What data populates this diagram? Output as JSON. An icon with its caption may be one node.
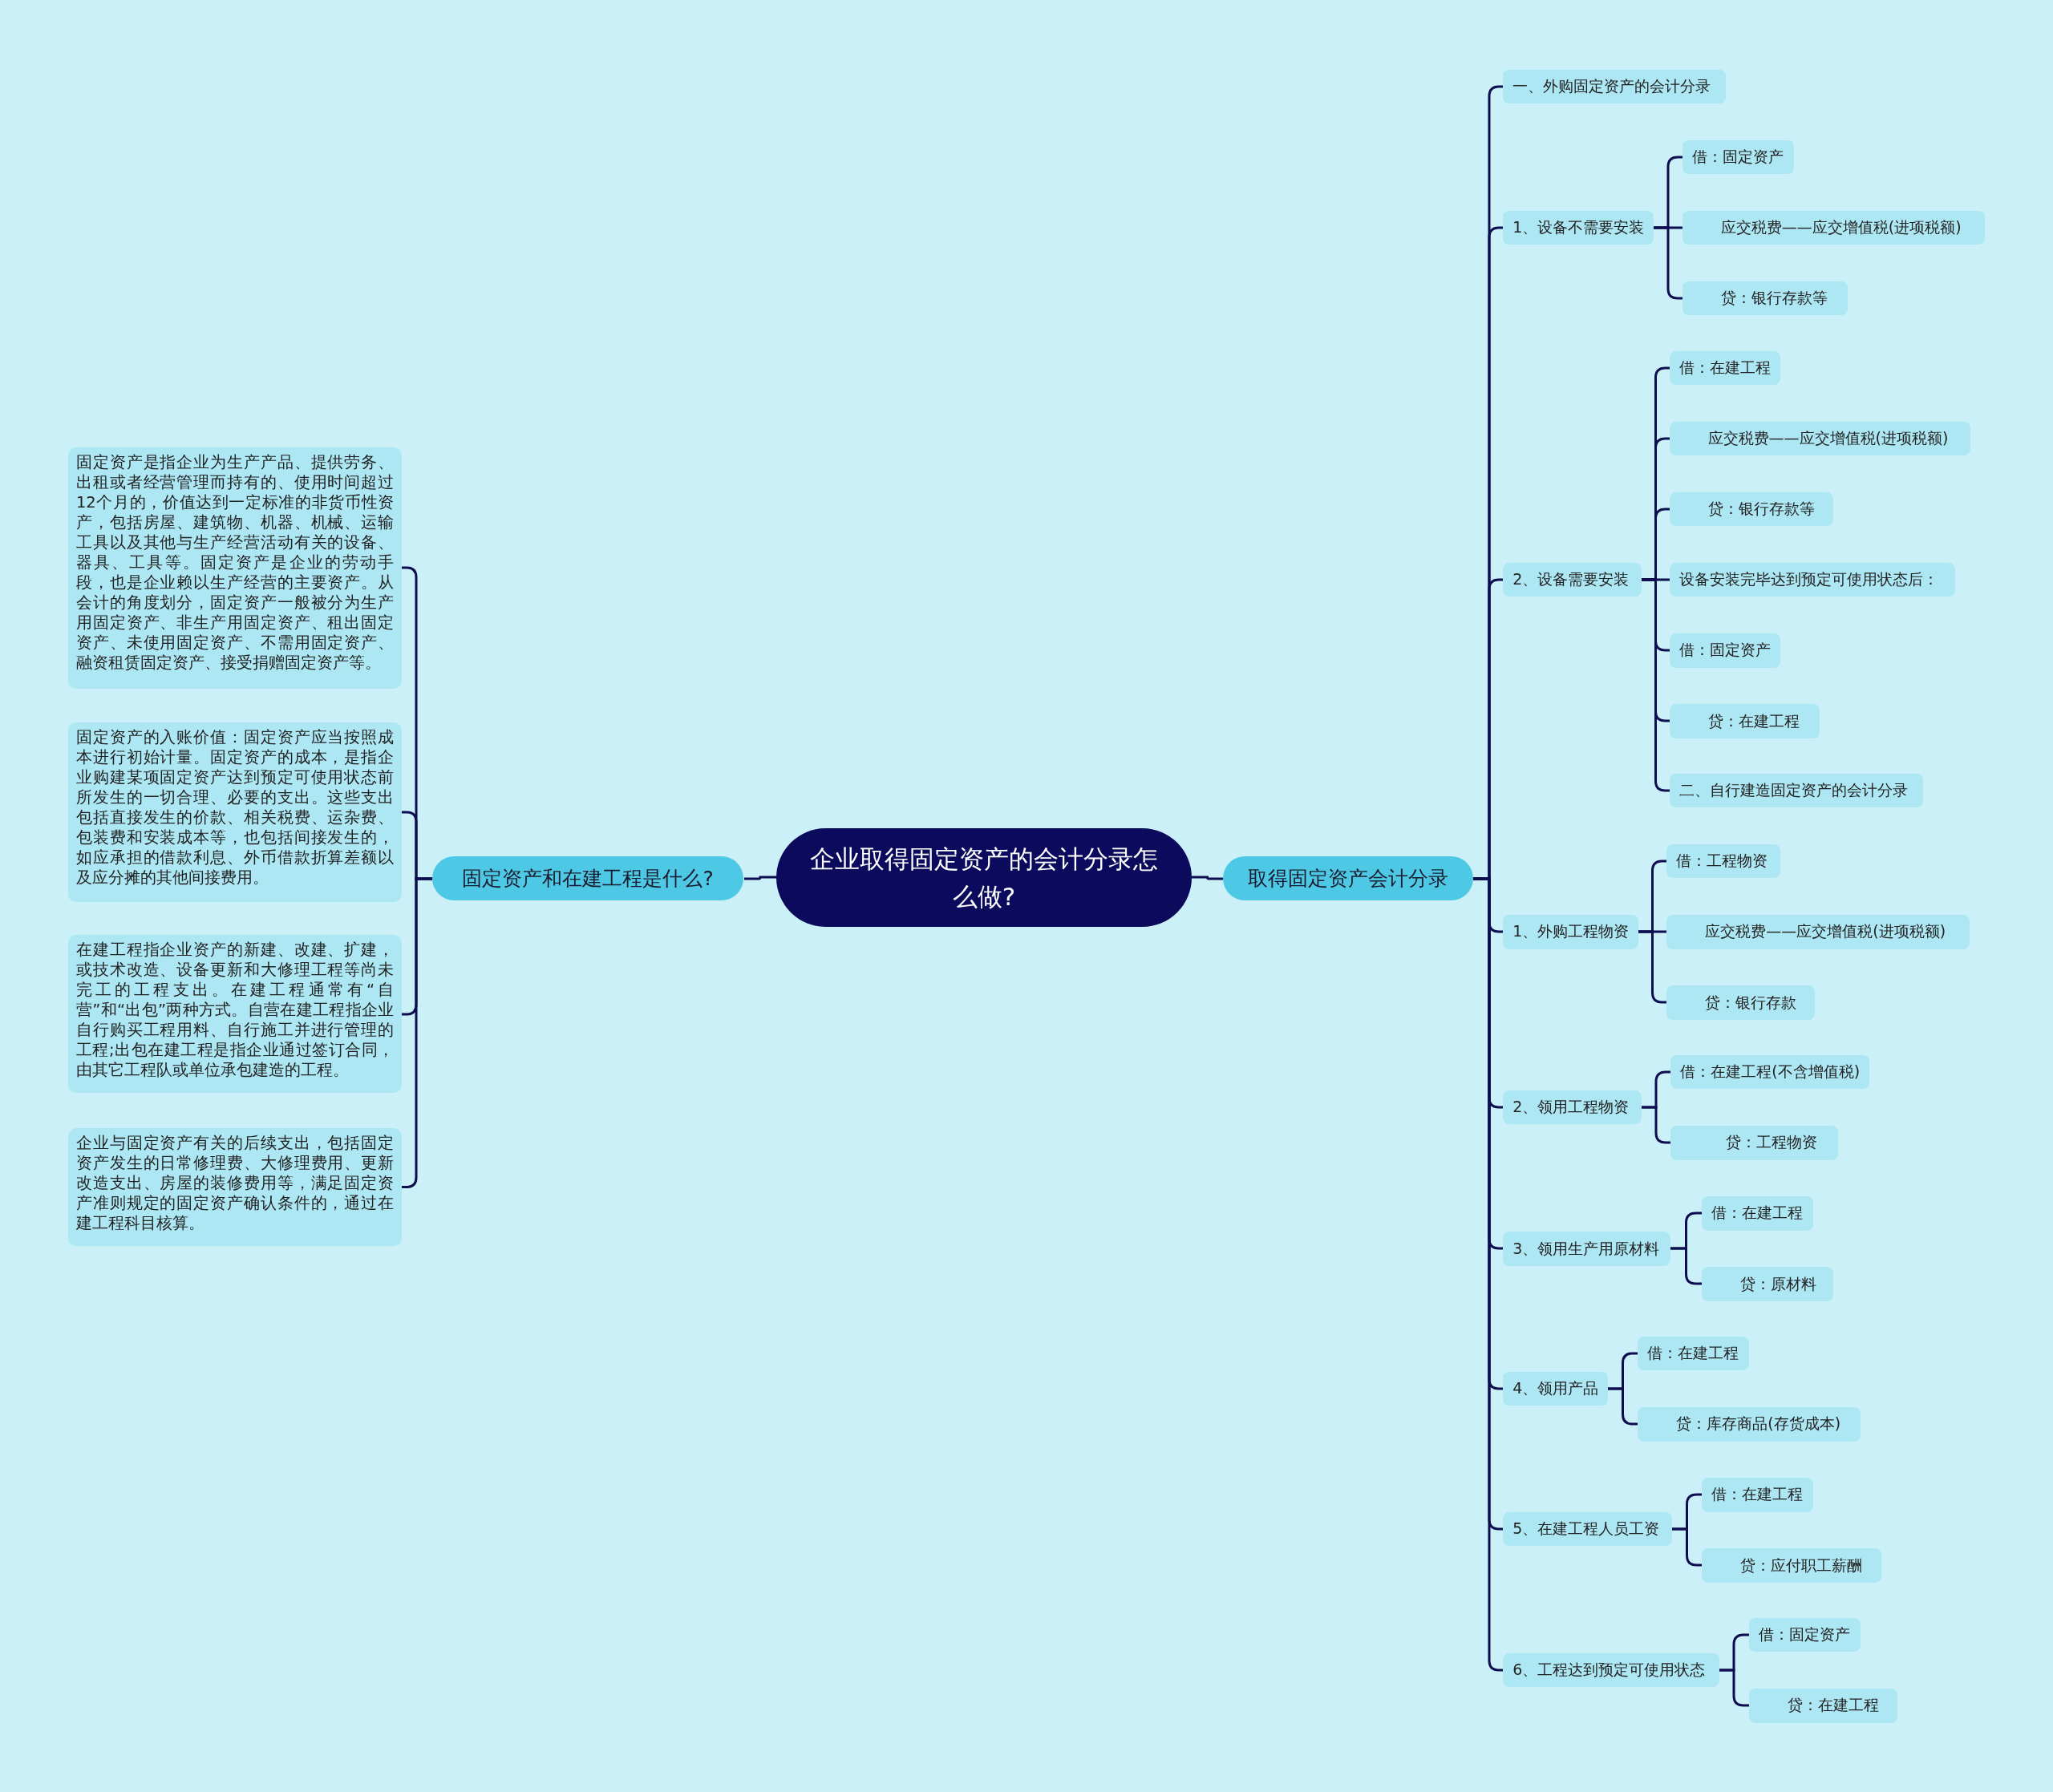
{
  "diagram": {
    "nodes": [
      {
        "text": [
          "企业取得固定资产的会计分录怎么做?"
        ]
      },
      {
        "text": [
          "固定资产和在建工程是什么?"
        ]
      },
      {
        "text": [
          "固定资产是指企业为生产产品、提供劳务、出租或者经营管理而持有的、使用时间超过12个月的，价值达到一定标准的非货币性资产，包括房屋、建筑物、机器、机械、运输工具以及其他与生产经营活动有关的设备、器具、工具等。固定资产是企业的劳动手段，也是企业赖以生产经营的主要资产。从会计的角度划分，固定资产一般被分为生产用固定资产、非生产用固定资产、租出固定资产、未使用固定资产、不需用固定资产、融资租赁固定资产、接受捐赠固定资产等。"
        ]
      },
      {
        "text": [
          "固定资产的入账价值：固定资产应当按照成本进行初始计量。固定资产的成本，是指企业购建某项固定资产达到预定可使用状态前所发生的一切合理、必要的支出。这些支出包括直接发生的价款、相关税费、运杂费、包装费和安装成本等，也包括间接发生的，如应承担的借款利息、外币借款折算差额以及应分摊的其他间接费用。"
        ]
      },
      {
        "text": [
          "在建工程指企业资产的新建、改建、扩建，或技术改造、设备更新和大修理工程等尚未完工的工程支出。在建工程通常有“自营”和“出包”两种方式。自营在建工程指企业自行购买工程用料、自行施工并进行管理的工程;出包在建工程是指企业通过签订合同，由其它工程队或单位承包建造的工程。"
        ]
      },
      {
        "text": [
          "企业与固定资产有关的后续支出，包括固定资产发生的日常修理费、大修理费用、更新改造支出、房屋的装修费用等，满足固定资产准则规定的固定资产确认条件的，通过在建工程科目核算。"
        ]
      },
      {
        "text": [
          "取得固定资产会计分录"
        ]
      },
      {
        "text": [
          "一、外购固定资产的会计分录"
        ]
      },
      {
        "text": [
          "1、设备不需要安装"
        ]
      },
      {
        "text": [
          "借：固定资产"
        ]
      },
      {
        "text": [
          "应交税费——应交增值税(进项税额)"
        ]
      },
      {
        "text": [
          "贷：银行存款等"
        ]
      },
      {
        "text": [
          "2、设备需要安装"
        ]
      },
      {
        "text": [
          "借：在建工程"
        ]
      },
      {
        "text": [
          "应交税费——应交增值税(进项税额)"
        ]
      },
      {
        "text": [
          "贷：银行存款等"
        ]
      },
      {
        "text": [
          "设备安装完毕达到预定可使用状态后："
        ]
      },
      {
        "text": [
          "借：固定资产"
        ]
      },
      {
        "text": [
          "贷：在建工程"
        ]
      },
      {
        "text": [
          "二、自行建造固定资产的会计分录"
        ]
      },
      {
        "text": [
          "1、外购工程物资"
        ]
      },
      {
        "text": [
          "借：工程物资"
        ]
      },
      {
        "text": [
          "应交税费——应交增值税(进项税额)"
        ]
      },
      {
        "text": [
          "贷：银行存款"
        ]
      },
      {
        "text": [
          "2、领用工程物资"
        ]
      },
      {
        "text": [
          "借：在建工程(不含增值税)"
        ]
      },
      {
        "text": [
          "贷：工程物资"
        ]
      },
      {
        "text": [
          "3、领用生产用原材料"
        ]
      },
      {
        "text": [
          "借：在建工程"
        ]
      },
      {
        "text": [
          "贷：原材料"
        ]
      },
      {
        "text": [
          "4、领用产品"
        ]
      },
      {
        "text": [
          "借：在建工程"
        ]
      },
      {
        "text": [
          "贷：库存商品(存货成本)"
        ]
      },
      {
        "text": [
          "5、在建工程人员工资"
        ]
      },
      {
        "text": [
          "借：在建工程"
        ]
      },
      {
        "text": [
          "贷：应付职工薪酬"
        ]
      },
      {
        "text": [
          "6、工程达到预定可使用状态"
        ]
      },
      {
        "text": [
          "借：固定资产"
        ]
      },
      {
        "text": [
          "贷：在建工程"
        ]
      }
    ],
    "edges": [
      {
        "from": 0,
        "to": 1,
        "arrow": "none"
      },
      {
        "from": 0,
        "to": 6,
        "arrow": "none"
      },
      {
        "from": 1,
        "to": 2,
        "arrow": "none"
      },
      {
        "from": 1,
        "to": 3,
        "arrow": "none"
      },
      {
        "from": 1,
        "to": 4,
        "arrow": "none"
      },
      {
        "from": 1,
        "to": 5,
        "arrow": "none"
      },
      {
        "from": 6,
        "to": 7,
        "arrow": "none"
      },
      {
        "from": 6,
        "to": 8,
        "arrow": "none"
      },
      {
        "from": 6,
        "to": 12,
        "arrow": "none"
      },
      {
        "from": 6,
        "to": 20,
        "arrow": "none"
      },
      {
        "from": 6,
        "to": 24,
        "arrow": "none"
      },
      {
        "from": 6,
        "to": 27,
        "arrow": "none"
      },
      {
        "from": 6,
        "to": 30,
        "arrow": "none"
      },
      {
        "from": 6,
        "to": 33,
        "arrow": "none"
      },
      {
        "from": 6,
        "to": 36,
        "arrow": "none"
      },
      {
        "from": 8,
        "to": 9,
        "arrow": "none"
      },
      {
        "from": 8,
        "to": 10,
        "arrow": "none"
      },
      {
        "from": 8,
        "to": 11,
        "arrow": "none"
      },
      {
        "from": 12,
        "to": 13,
        "arrow": "none"
      },
      {
        "from": 12,
        "to": 14,
        "arrow": "none"
      },
      {
        "from": 12,
        "to": 15,
        "arrow": "none"
      },
      {
        "from": 12,
        "to": 16,
        "arrow": "none"
      },
      {
        "from": 12,
        "to": 17,
        "arrow": "none"
      },
      {
        "from": 12,
        "to": 18,
        "arrow": "none"
      },
      {
        "from": 12,
        "to": 19,
        "arrow": "none"
      },
      {
        "from": 20,
        "to": 21,
        "arrow": "none"
      },
      {
        "from": 20,
        "to": 22,
        "arrow": "none"
      },
      {
        "from": 20,
        "to": 23,
        "arrow": "none"
      },
      {
        "from": 24,
        "to": 25,
        "arrow": "none"
      },
      {
        "from": 24,
        "to": 26,
        "arrow": "none"
      },
      {
        "from": 27,
        "to": 28,
        "arrow": "none"
      },
      {
        "from": 27,
        "to": 29,
        "arrow": "none"
      },
      {
        "from": 30,
        "to": 31,
        "arrow": "none"
      },
      {
        "from": 30,
        "to": 32,
        "arrow": "none"
      },
      {
        "from": 33,
        "to": 34,
        "arrow": "none"
      },
      {
        "from": 33,
        "to": 35,
        "arrow": "none"
      },
      {
        "from": 36,
        "to": 37,
        "arrow": "none"
      },
      {
        "from": 36,
        "to": 38,
        "arrow": "none"
      }
    ]
  }
}
